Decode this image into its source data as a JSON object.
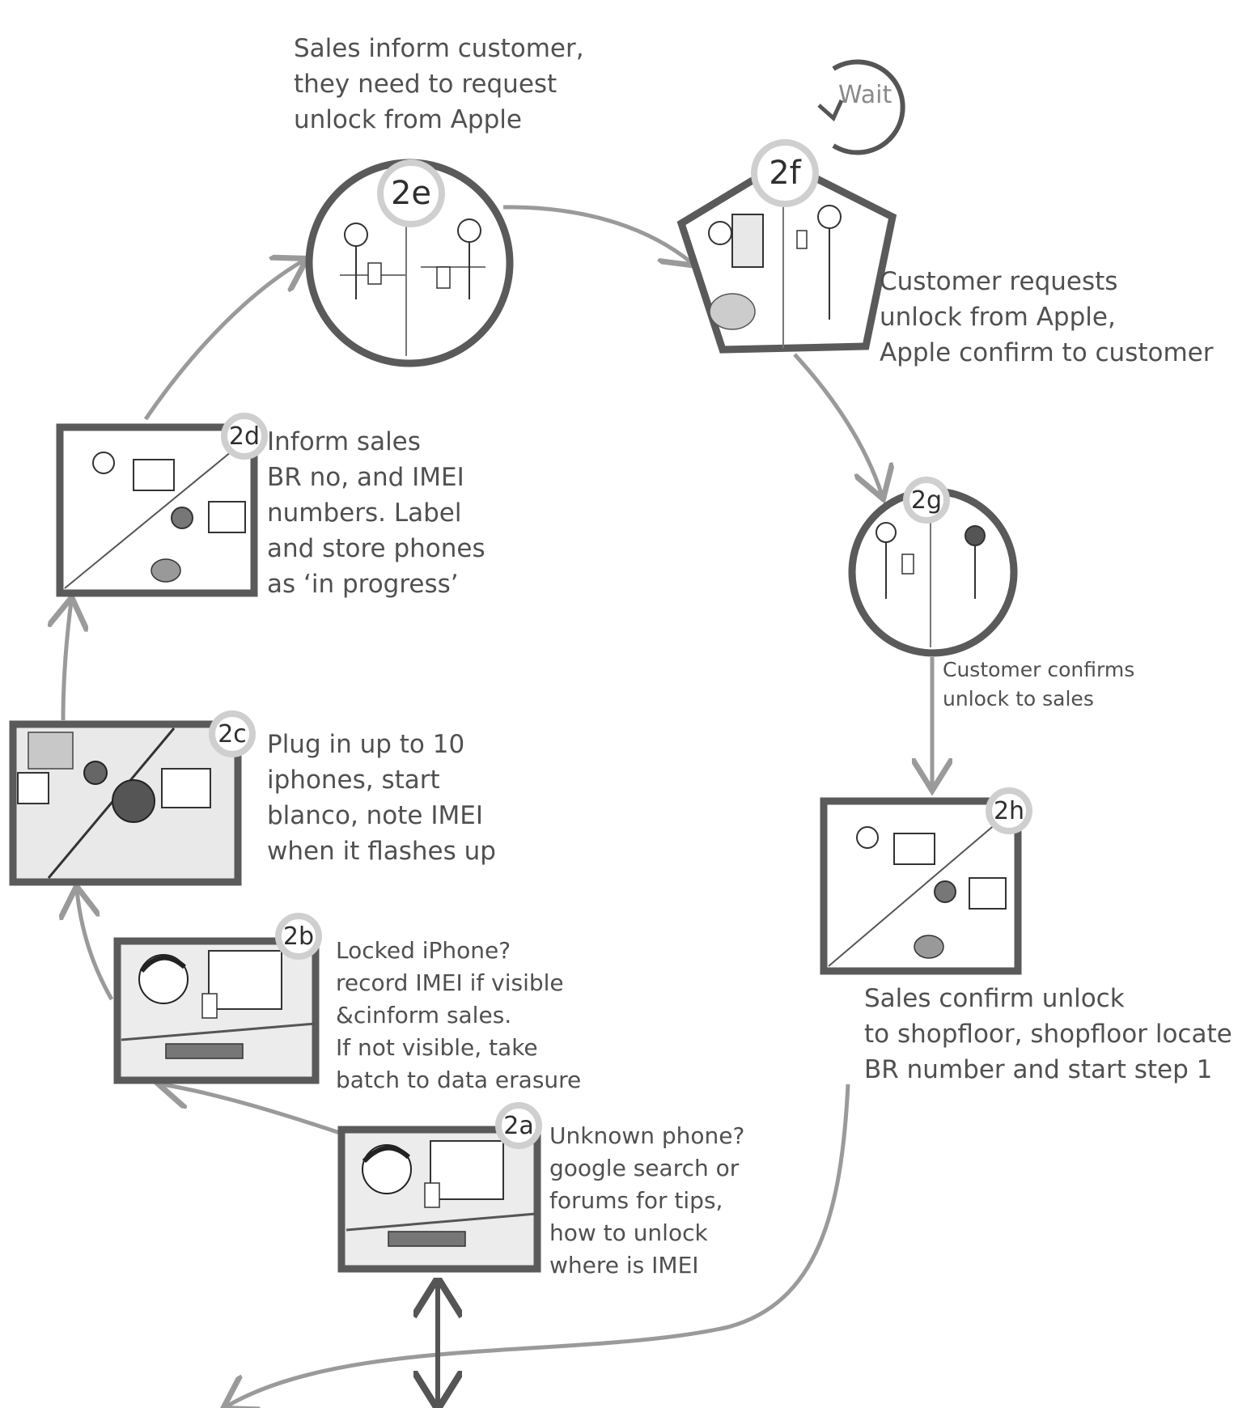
{
  "steps": {
    "2a": {
      "badge": "2a",
      "lines": [
        "Unknown phone?",
        "google search or",
        "forums for tips,",
        "how to unlock",
        "where is IMEI"
      ]
    },
    "2b": {
      "badge": "2b",
      "lines": [
        "Locked iPhone?",
        "record IMEI if visible",
        "&cinform sales.",
        "If not visible, take",
        "batch to data erasure"
      ]
    },
    "2c": {
      "badge": "2c",
      "lines": [
        "Plug in up to 10",
        "iphones, start",
        "blanco, note IMEI",
        "when it flashes up"
      ]
    },
    "2d": {
      "badge": "2d",
      "lines": [
        "Inform sales",
        "BR no, and IMEI",
        "numbers. Label",
        "and store phones",
        "as ‘in progress’"
      ]
    },
    "2e": {
      "badge": "2e",
      "lines": [
        "Sales inform customer,",
        "they need to request",
        "unlock from Apple"
      ]
    },
    "2f": {
      "badge": "2f",
      "lines": [
        "Customer requests",
        "unlock from Apple,",
        "Apple confirm to customer"
      ]
    },
    "2g": {
      "badge": "2g",
      "lines": [
        "Customer confirms",
        "unlock to sales"
      ]
    },
    "2h": {
      "badge": "2h",
      "lines": [
        "Sales confirm unlock",
        "to shopfloor, shopfloor locate",
        "BR number and start step 1"
      ]
    }
  },
  "wait_label": "Wait",
  "colors": {
    "frame": "#5a5a5a",
    "arrow": "#9a9a9a",
    "badge_ring": "#cfcfcf",
    "text": "#505050"
  }
}
